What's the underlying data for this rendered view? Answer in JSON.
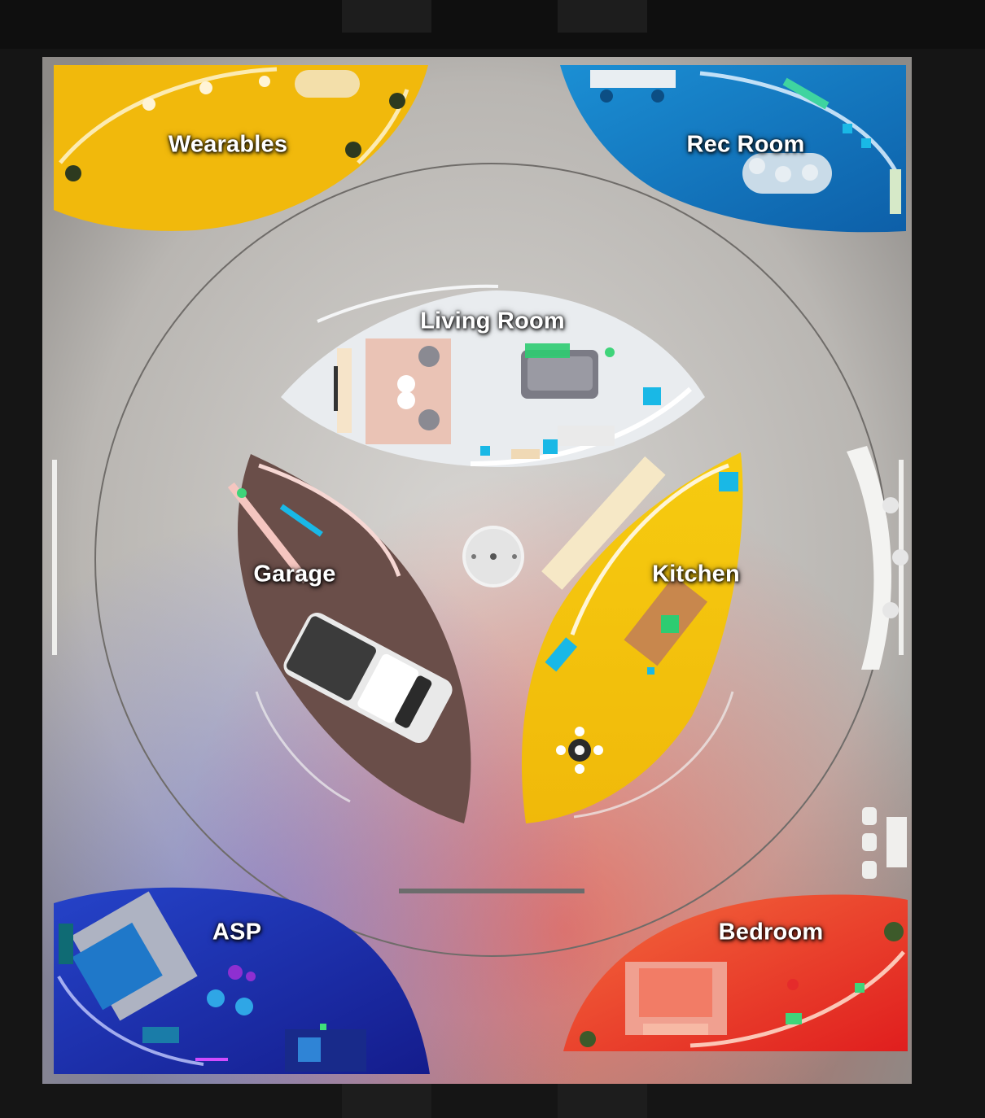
{
  "colors": {
    "background": "#141414",
    "floor": "#b7b4b0",
    "wearables": "#f1b90c",
    "rec_room": "#1582c6",
    "living_room": "#e9ecef",
    "garage": "#6a4e49",
    "kitchen": "#f3c20d",
    "asp": "#1f34b4",
    "bedroom": "#f0512e"
  },
  "zones": {
    "wearables": {
      "label": "Wearables",
      "icon": "lamp-icon"
    },
    "rec_room": {
      "label": "Rec Room",
      "icon": "gamepad-icon"
    },
    "living_room": {
      "label": "Living Room",
      "icon": "sofa-icon"
    },
    "garage": {
      "label": "Garage",
      "icon": "truck-icon"
    },
    "kitchen": {
      "label": "Kitchen",
      "icon": "island-icon"
    },
    "asp": {
      "label": "ASP",
      "icon": "bed-icon"
    },
    "bedroom": {
      "label": "Bedroom",
      "icon": "bed-icon"
    }
  }
}
